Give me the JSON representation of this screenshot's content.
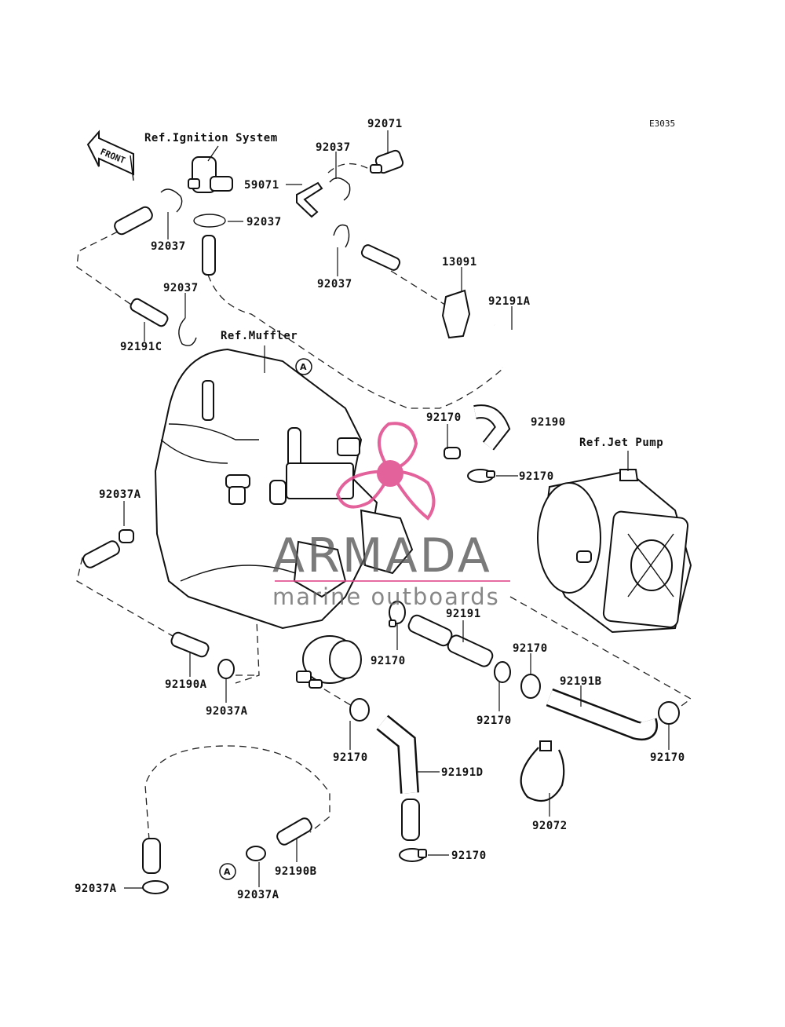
{
  "diagram_code": "E3035",
  "front_label": "FRONT",
  "references": {
    "ignition": "Ref.Ignition System",
    "muffler": "Ref.Muffler",
    "jet_pump": "Ref.Jet Pump"
  },
  "marker_letter": "A",
  "parts": {
    "p92071": "92071",
    "p92037_a": "92037",
    "p92037_b": "92037",
    "p92037_c": "92037",
    "p92037_d": "92037",
    "p92037_e": "92037",
    "p59071": "59071",
    "p13091": "13091",
    "p92191A": "92191A",
    "p92191C": "92191C",
    "p92170_a": "92170",
    "p92190": "92190",
    "p92170_b": "92170",
    "p92037A_a": "92037A",
    "p92191": "92191",
    "p92170_c": "92170",
    "p92170_d": "92170",
    "p92170_e": "92170",
    "p92191B": "92191B",
    "p92190A": "92190A",
    "p92037A_b": "92037A",
    "p92170_f": "92170",
    "p92170_g": "92170",
    "p92191D": "92191D",
    "p92072": "92072",
    "p92170_h": "92170",
    "p92037A_c": "92037A",
    "p92190B": "92190B",
    "p92037A_d": "92037A"
  },
  "watermark": {
    "brand": "ARMADA",
    "tagline": "marine outboards",
    "color": "#e0478a"
  }
}
